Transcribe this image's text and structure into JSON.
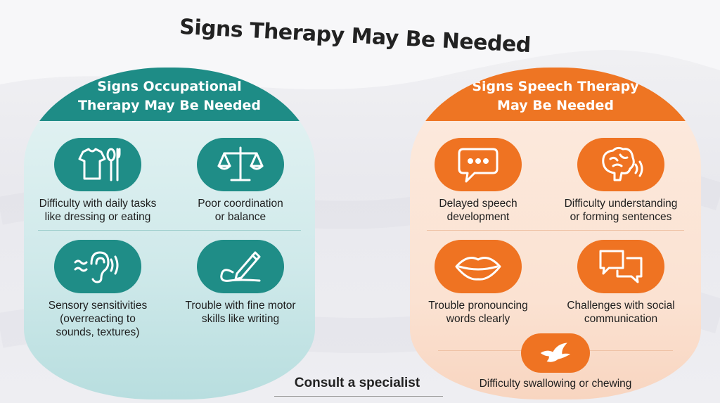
{
  "title": "Signs Therapy May Be Needed",
  "occupational": {
    "header_line1": "Signs Occupational",
    "header_line2": "Therapy May Be Needed",
    "items": [
      {
        "icon": "shirt-spoon-icon",
        "line1": "Difficulty with daily tasks",
        "line2": "like dressing or eating",
        "line3": ""
      },
      {
        "icon": "scale-icon",
        "line1": "Poor coordination",
        "line2": "or balance",
        "line3": ""
      },
      {
        "icon": "ear-icon",
        "line1": "Sensory sensitivities",
        "line2": "(overreacting to",
        "line3": "sounds, textures)"
      },
      {
        "icon": "pencil-icon",
        "line1": "Trouble with fine motor",
        "line2": "skills like writing",
        "line3": ""
      }
    ]
  },
  "speech": {
    "header_line1": "Signs Speech Therapy",
    "header_line2": "May Be Needed",
    "items": [
      {
        "icon": "speech-bubble-icon",
        "line1": "Delayed speech",
        "line2": "development"
      },
      {
        "icon": "brain-icon",
        "line1": "Difficulty understanding",
        "line2": "or forming sentences"
      },
      {
        "icon": "lips-icon",
        "line1": "Trouble pronouncing",
        "line2": "words clearly"
      },
      {
        "icon": "chat-bubbles-icon",
        "line1": "Challenges with social",
        "line2": "communication"
      },
      {
        "icon": "bird-icon",
        "line1": "Difficulty swallowing or chewing"
      }
    ]
  },
  "footer": "Consult a specialist",
  "colors": {
    "teal": "#1e8c86",
    "orange": "#ee7523"
  }
}
